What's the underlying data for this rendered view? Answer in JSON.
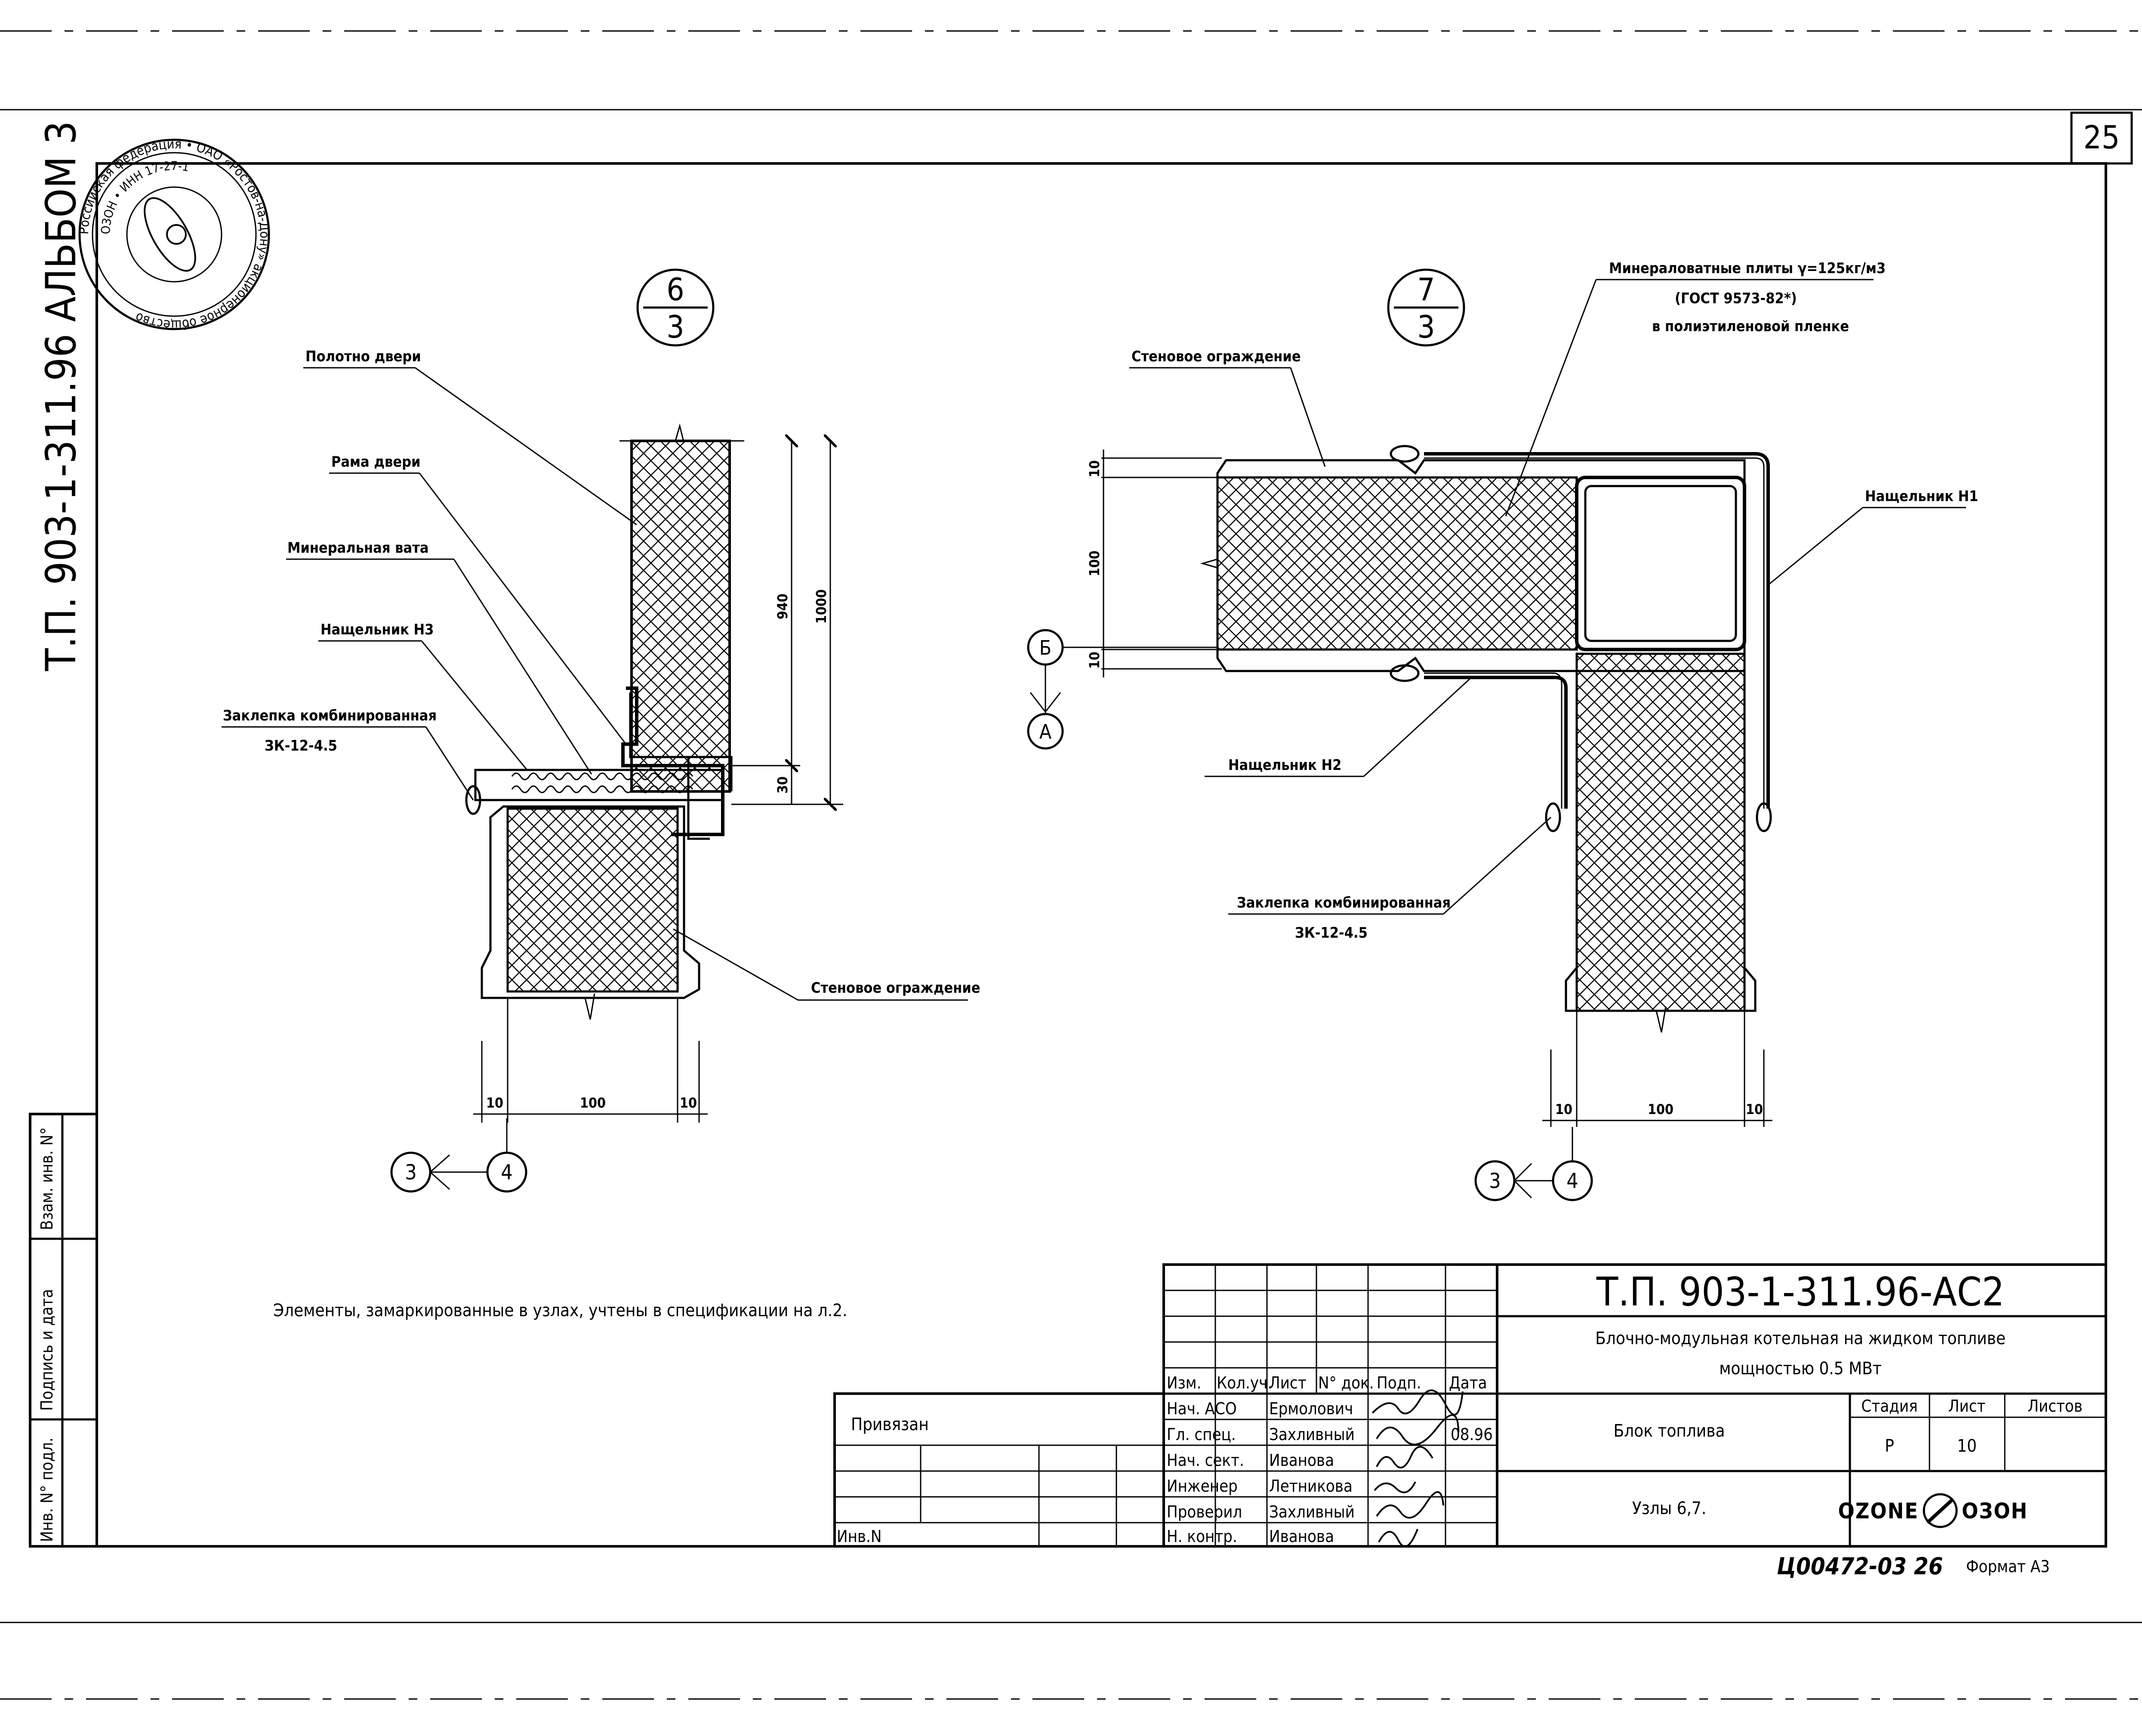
{
  "sheet_number": "25",
  "side_designation": "Т.П. 903-1-311.96 АЛЬБОМ 3",
  "seal": {
    "outer_text": "Российская федерация • ОАО «Ростов-на-Дону» акционерное общество",
    "inner_text": "ОЗОН • ИНН 17-27-1"
  },
  "detail6": {
    "marker_top": "6",
    "marker_bottom": "3",
    "labels": {
      "door_leaf": "Полотно двери",
      "door_frame": "Рама двери",
      "mineral_wool": "Минеральная вата",
      "trim_n3": "Нащельник Н3",
      "rivet_line1": "Заклепка комбинированная",
      "rivet_line2": "ЗК-12-4.5",
      "wall": "Стеновое ограждение"
    },
    "dims": {
      "d940": "940",
      "d1000": "1000",
      "d30": "30",
      "b10a": "10",
      "b100": "100",
      "b10b": "10"
    },
    "axis_left": "3",
    "axis_right": "4"
  },
  "detail7": {
    "marker_top": "7",
    "marker_bottom": "3",
    "labels": {
      "mineral_plates_1": "Минераловатные плиты γ=125кг/м3",
      "mineral_plates_2": "(ГОСТ 9573-82*)",
      "mineral_plates_3": "в полиэтиленовой пленке",
      "wall": "Стеновое ограждение",
      "trim_n1": "Нащельник Н1",
      "trim_n2": "Нащельник Н2",
      "rivet_line1": "Заклепка комбинированная",
      "rivet_line2": "ЗК-12-4.5"
    },
    "dims": {
      "v10a": "10",
      "v100": "100",
      "v10b": "10",
      "b10a": "10",
      "b100": "100",
      "b10b": "10"
    },
    "axis_b": "Б",
    "axis_a": "А",
    "axis_left": "3",
    "axis_right": "4"
  },
  "note": "Элементы, замаркированные в узлах, учтены в спецификации на л.2.",
  "side_strip": {
    "col1": "Взам. инв. N°",
    "col2": "Подпись и дата",
    "col3": "Инв. N° подл."
  },
  "title_block": {
    "doc_code": "Т.П. 903-1-311.96-АС2",
    "project_line1": "Блочно-модульная котельная   на жидком топливе",
    "project_line2": "мощностью 0.5 МВт",
    "section_title": "Блок топлива",
    "sheet_title": "Узлы 6,7.",
    "headers": {
      "izm": "Изм.",
      "koluch": "Кол.уч.",
      "list": "Лист",
      "ndok": "N° док.",
      "podp": "Подп.",
      "data": "Дата"
    },
    "roles": [
      {
        "role": "Нач. АСО",
        "name": "Ермолович"
      },
      {
        "role": "Гл. спец.",
        "name": "Захливный"
      },
      {
        "role": "Нач. сект.",
        "name": "Иванова"
      },
      {
        "role": "Инженер",
        "name": "Летникова"
      },
      {
        "role": "Проверил",
        "name": "Захливный"
      },
      {
        "role": "Н. контр.",
        "name": "Иванова"
      }
    ],
    "date_value": "08.96",
    "stage_header": "Стадия",
    "sheet_header": "Лист",
    "sheets_header": "Листов",
    "stage_value": "Р",
    "sheet_value": "10",
    "company_left": "OZONE",
    "company_right": "ОЗОН",
    "privyazan": "Привязан",
    "inv_n": "Инв.N"
  },
  "footer_code": "Ц00472-03  26",
  "format": "Формат А3"
}
